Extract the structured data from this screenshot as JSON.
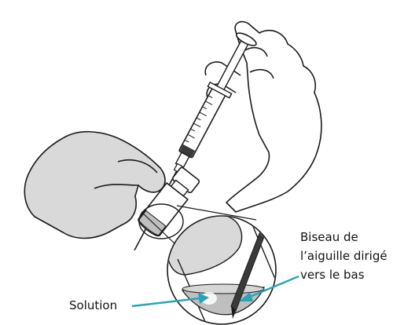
{
  "figure": {
    "bevel_label_lines": [
      "Biseau de",
      "l’aiguille dirigé",
      "vers le bas"
    ],
    "solution_label": "Solution"
  },
  "colors": {
    "outline": "#1a1a1a",
    "glove_fill": "#d9d9d9",
    "magnifier_fill": "#ffffff",
    "solution_fill": "#bfbfbf",
    "arrow": "#29a3b8"
  }
}
